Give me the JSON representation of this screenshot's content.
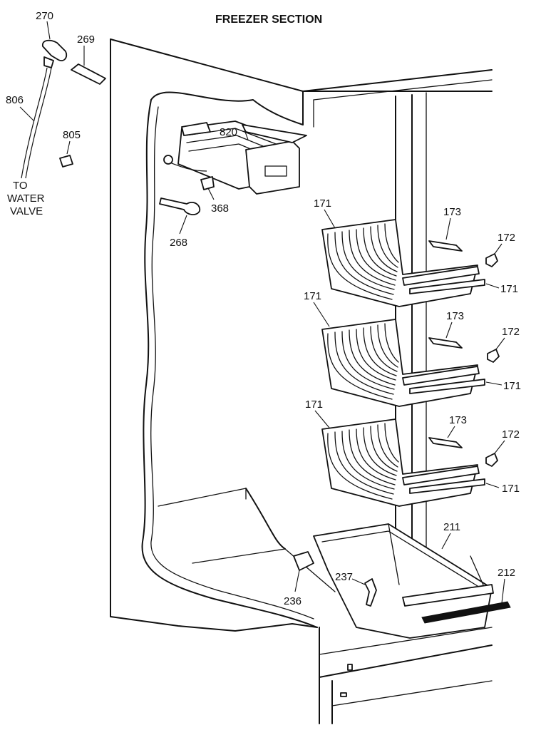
{
  "title": "FREEZER SECTION",
  "callouts": {
    "c270": "270",
    "c269": "269",
    "c806": "806",
    "c805": "805",
    "c820": "820",
    "c368": "368",
    "c268": "268",
    "c171_a": "171",
    "c173_a": "173",
    "c172_a": "172",
    "c171_b": "171",
    "c171_c": "171",
    "c173_b": "173",
    "c172_b": "172",
    "c171_d": "171",
    "c171_e": "171",
    "c173_c": "173",
    "c172_c": "172",
    "c171_f": "171",
    "c211": "211",
    "c237": "237",
    "c236": "236",
    "c212": "212"
  },
  "water_valve_note": [
    "TO",
    "WATER",
    "VALVE"
  ]
}
